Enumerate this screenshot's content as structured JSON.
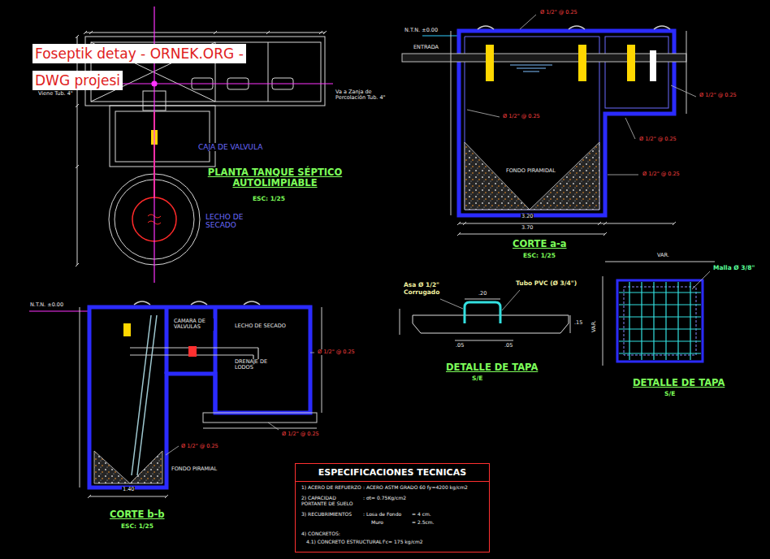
{
  "diagram": {
    "nodes": [
      {
        "text": [
          "ESPECIFICACIONES TECNICAS"
        ]
      }
    ],
    "labels": [
      "Foseptik detay - ORNEK.ORG - DWG projesi",
      "Viene Tub. 4\"",
      "Va a Zanja de Percolación Tub. 4\"",
      "CAJA DE VALVULA",
      "LECHO DE SECADO",
      "PLANTA TANQUE SÉPTICO AUTOLIMPIABLE",
      "ESC: 1/25",
      "N.T.N. ±0.00",
      "ENTRADA",
      "FONDO PIRAMIDAL",
      "Ø 1/2\" @ 0.25",
      "Ø 1/2\" @ 0.25",
      "Ø 1/2\" @ 0.25",
      "Ø 1/2\" @ 0.25",
      "Ø 1/2\" @ 0.25",
      "CORTE a-a",
      "ESC: 1/25",
      "N.T.N. ±0.00",
      "CAMARA DE VALVULAS",
      "LECHO DE SECADO",
      "DRENAJE DE LODOS",
      "FONDO PIRAMIAL",
      "Ø 1/2\" @ 0.25",
      "Ø 1/2\" @ 0.25",
      "Ø 1/2\" @ 0.25",
      "CORTE b-b",
      "ESC: 1/25",
      "Asa Ø 1/2\" Corrugado",
      "Tubo PVC (Ø 3/4\")",
      ".20",
      ".05",
      ".05",
      ".15",
      "DETALLE DE TAPA",
      "S/E",
      "VAR.",
      "VAR.",
      "Malla Ø 3/8\"",
      "DETALLE DE TAPA",
      "S/E",
      "1) ACERO DE REFUERZO",
      ": ACERO ASTM GRADO 60 fy=4200 kg/cm2",
      "2) CAPACIDAD PORTANTE DE SUELO",
      ": σt= 0.75Kg/cm2",
      "3) RECUBRIMIENTOS",
      ": Losa de Fondo",
      "= 4 cm.",
      "Muro",
      "= 2.5cm.",
      "4) CONCRETOS:",
      "4.1) CONCRETO ESTRUCTURAL",
      "f'c= 175 kg/cm2",
      "3.20",
      "3.70",
      "1.40"
    ]
  }
}
